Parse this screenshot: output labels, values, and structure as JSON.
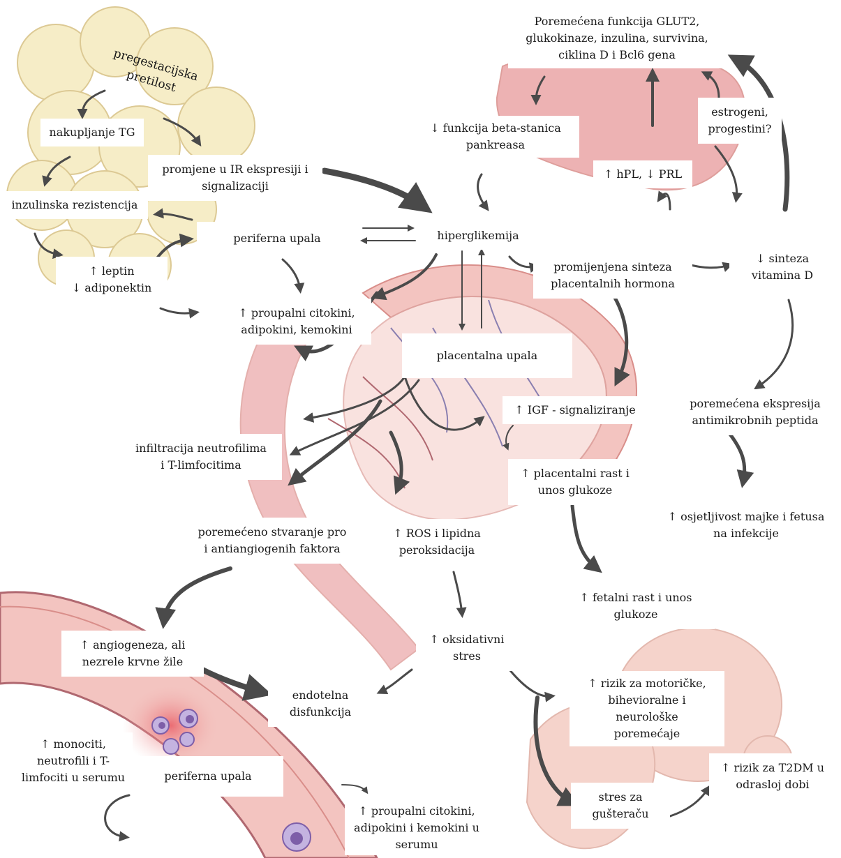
{
  "colors": {
    "arrow": "#4a4a4a",
    "fat_cell": "#f6ecc2",
    "fat_cell_edge": "#d9c489",
    "tissue_pink": "#f3c4c0",
    "tissue_dark": "#d98e8a",
    "vessel": "#8a7fb0",
    "blood_cell": "#8e6fb5"
  },
  "nodes": {
    "pregestational": "pregestacijska\npretilost",
    "tg": "nakupljanje TG",
    "ir_change": "promjene u IR ekspresiji i\nsignalizaciji",
    "insulin_res": "inzulinska rezistencija",
    "peripheral_infl_top": "periferna upala",
    "leptin": "↑ leptin\n↓ adiponektin",
    "cytokines_top": "↑ proupalni citokini,\nadipokini, kemokini",
    "hyperglycemia": "hiperglikemija",
    "beta_cells": "↓ funkcija beta-stanica\npankreasa",
    "glut2": "Poremećena funkcija GLUT2,\nglukokinaze, inzulina, survivina,\nciklina D i Bcl6 gena",
    "estrogen": "estrogeni,\nprogestini?",
    "hpl": "↑ hPL, ↓ PRL",
    "placental_hormones": "promijenjena sinteza\nplacentalnih hormona",
    "vitamin_d": "↓ sinteza\nvitamina D",
    "placental_infl": "placentalna upala",
    "igf": "↑ IGF - signaliziranje",
    "antimicrobial": "poremećena ekspresija\nantimikrobnih peptida",
    "neutrophils_infiltration": "infiltracija neutrofilima\ni T-limfocitima",
    "placental_growth": "↑ placentalni rast i\nunos glukoze",
    "infection": "↑ osjetljivost majke i fetusa\nna infekcije",
    "angiogenic": "poremećeno stvaranje pro\ni antiangiogenih faktora",
    "ros": "↑ ROS i lipidna\nperoksidacija",
    "fetal_growth": "↑ fetalni rast i unos\nglukoze",
    "angiogenesis": "↑ angiogeneza, ali\nnezrele krvne žile",
    "oxidative": "↑ oksidativni\nstres",
    "endothelial": "endotelna\ndisfunkcija",
    "motor_risk": "↑ rizik za motoričke,\nbihevioralne i\nneurološke\nporemećaje",
    "monocytes": "↑ monociti,\nneutrofili i T-\nlimfociti u serumu",
    "peripheral_infl_bottom": "periferna upala",
    "t2dm": "↑ rizik za T2DM u\nodrasloj dobi",
    "pancreas_stress": "stres za\ngušteraču",
    "cytokines_serum": "↑ proupalni citokini,\nadipokini i kemokini u\nserumu"
  }
}
